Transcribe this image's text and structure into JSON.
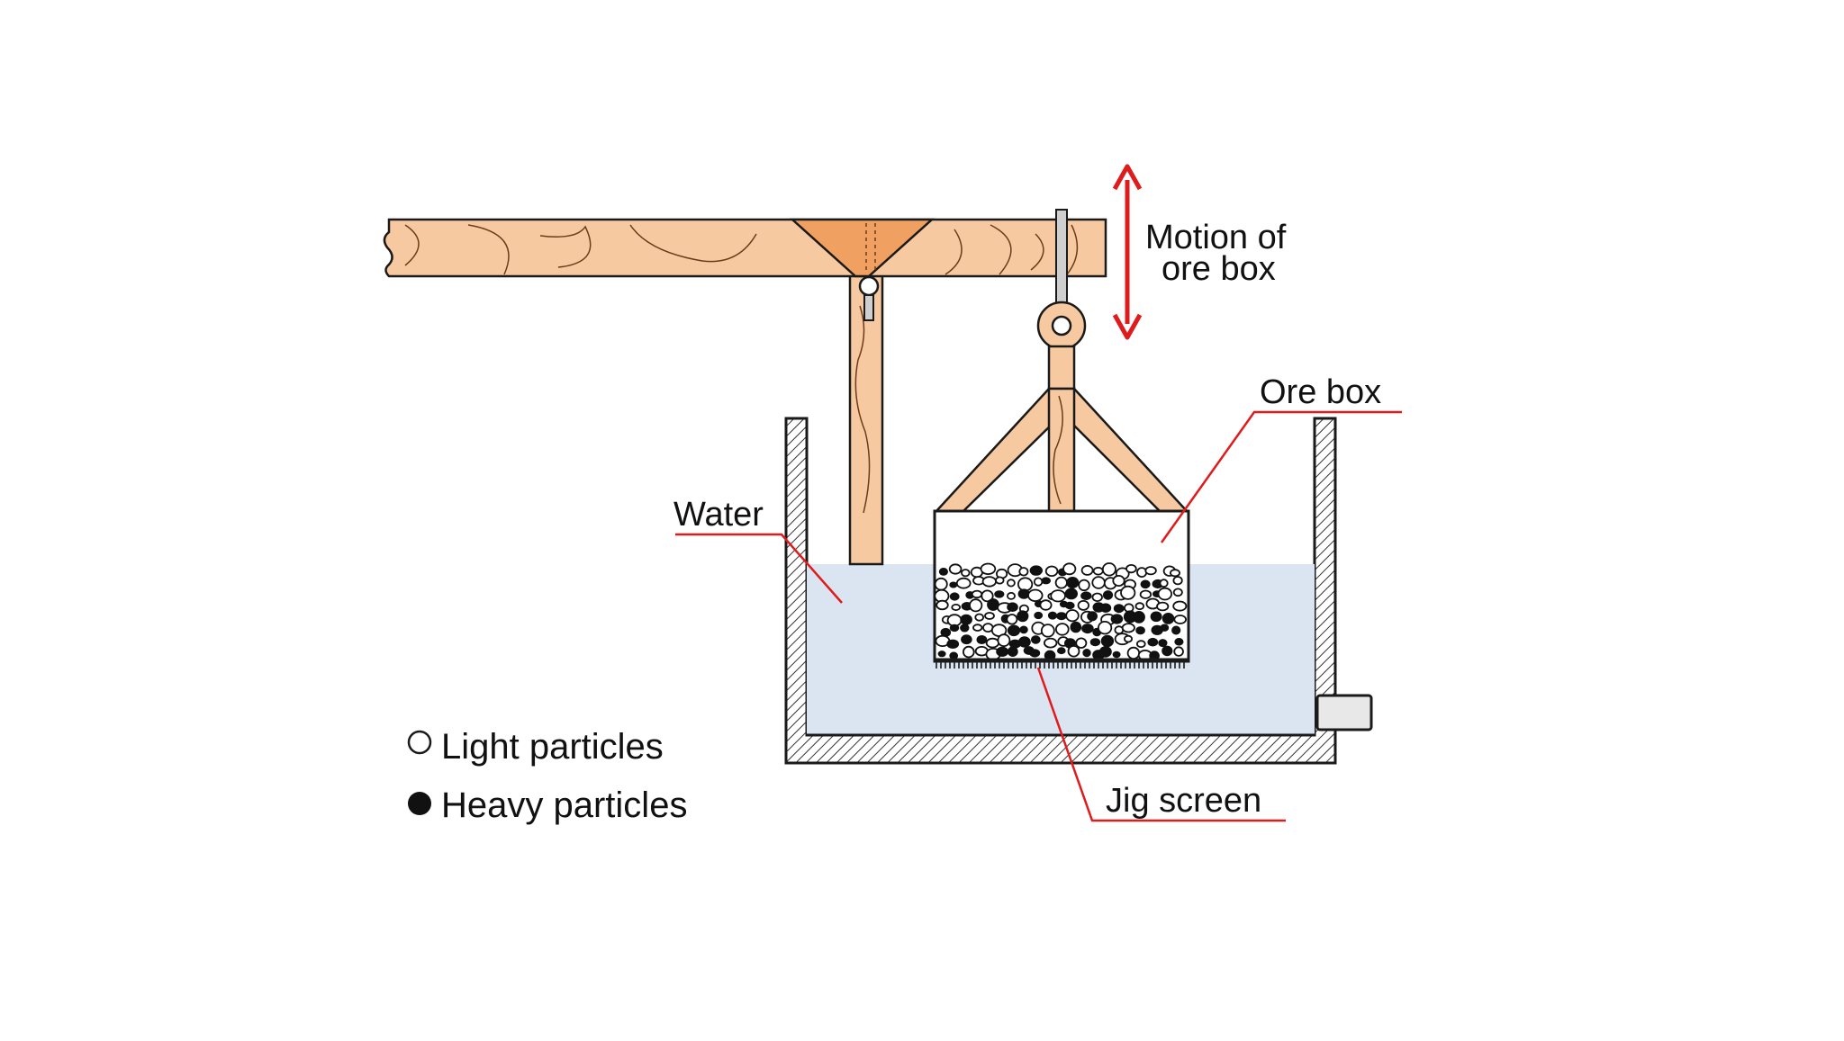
{
  "labels": {
    "motion_line1": "Motion of",
    "motion_line2": "ore box",
    "ore_box": "Ore box",
    "water": "Water",
    "jig_screen": "Jig screen"
  },
  "legend": {
    "light": "Light particles",
    "heavy": "Heavy particles"
  },
  "colors": {
    "wood": "#f6c9a0",
    "wood_dark": "#f0a060",
    "water": "#dbe5f2",
    "arrow": "#e01b1b",
    "leader": "#e01b1b",
    "outline": "#1a1a1a"
  },
  "icons": {
    "light_marker": "open-circle",
    "heavy_marker": "filled-circle"
  }
}
